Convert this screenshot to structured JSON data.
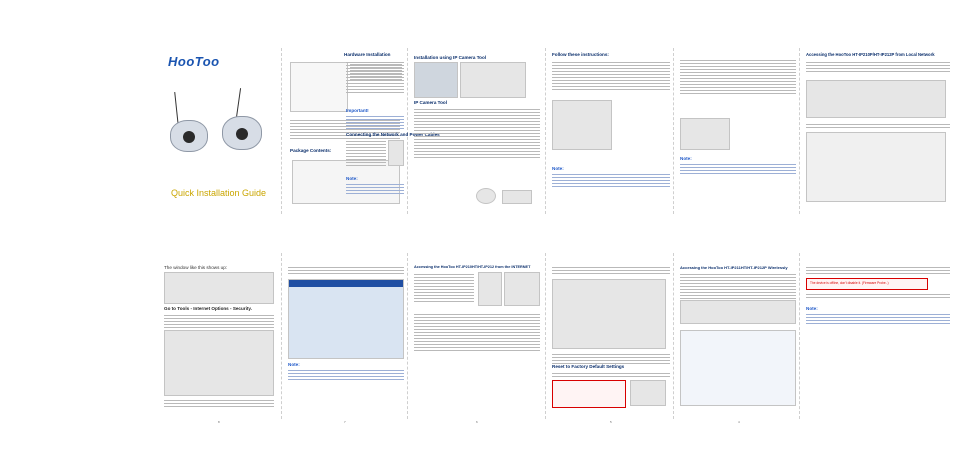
{
  "brand": {
    "logo": "HooToo",
    "title": "Quick Installation Guide"
  },
  "sections": {
    "hardware": "Hardware Installation",
    "important": "Important!",
    "connecting": "Connecting the Network and Power Cables",
    "package": "Package Contents:",
    "install_tool": "Installation using IP Camera Tool",
    "ip_tool": "IP Camera Tool",
    "follow": "Follow these instructions:",
    "local": "Accessing the HooToo HT-IP210P/HT-IP212P from Local Network",
    "internet": "Accessing the HooToo HT-IP210HT/HT-IP212 from the INTERNET",
    "reset": "Reset to Factory Default Settings",
    "wireless": "Accessing the HooToo HT-IP211HT/HT-IP212P Wirelessly",
    "note": "Note:",
    "pre_note": "The window like this shows up:",
    "tools": "Go to Tools - Internet Options - Security."
  },
  "red_callout": "The device is offline, don't disable it. (Firmware Probe..)",
  "page_numbers": [
    "8",
    "7",
    "6",
    "5",
    "4"
  ]
}
